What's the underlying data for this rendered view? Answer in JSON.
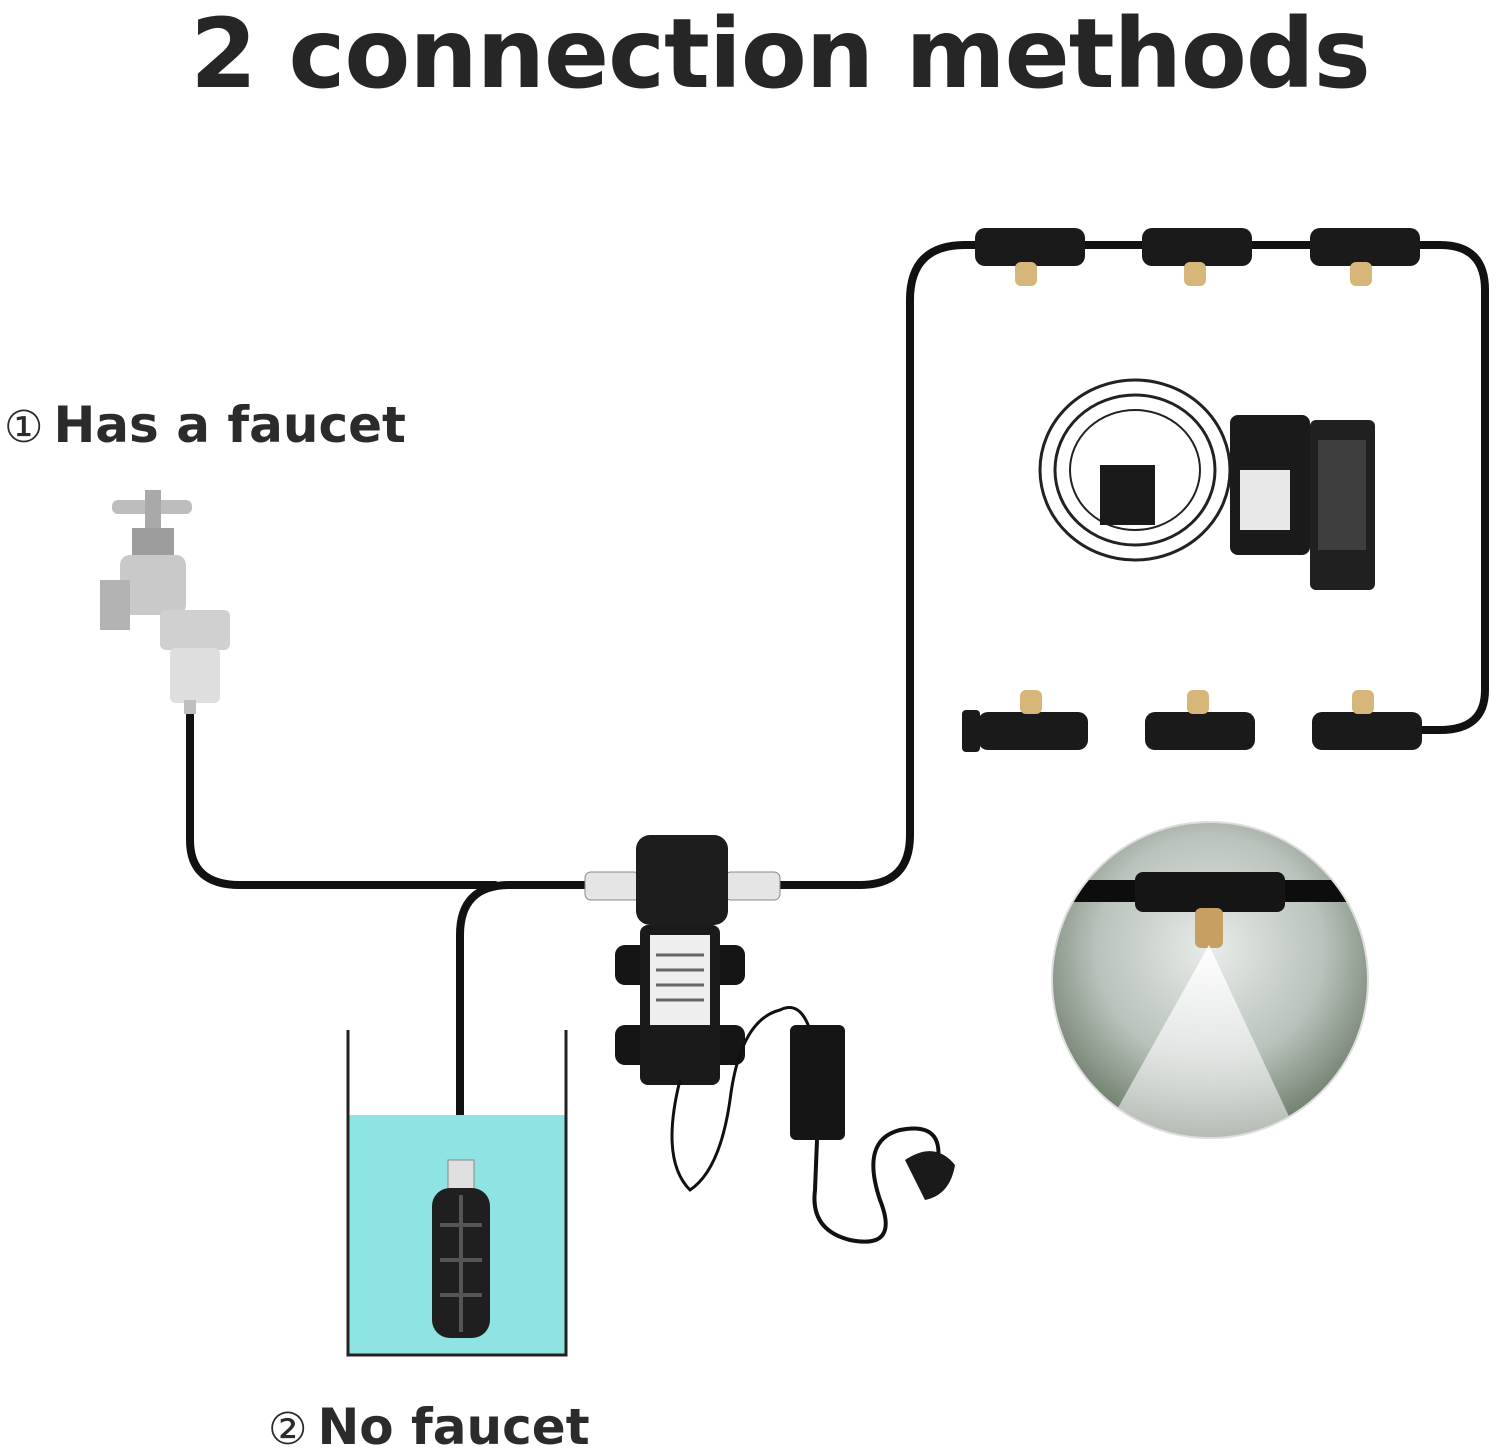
{
  "title": "2 connection methods",
  "methods": [
    {
      "marker": "①",
      "label": "Has a faucet"
    },
    {
      "marker": "②",
      "label": "No faucet"
    }
  ],
  "colors": {
    "hose": "#111111",
    "water": "#8fe3e3",
    "brass": "#d7b679",
    "faucet": "#c7c7c7",
    "title_text": "#262626"
  }
}
